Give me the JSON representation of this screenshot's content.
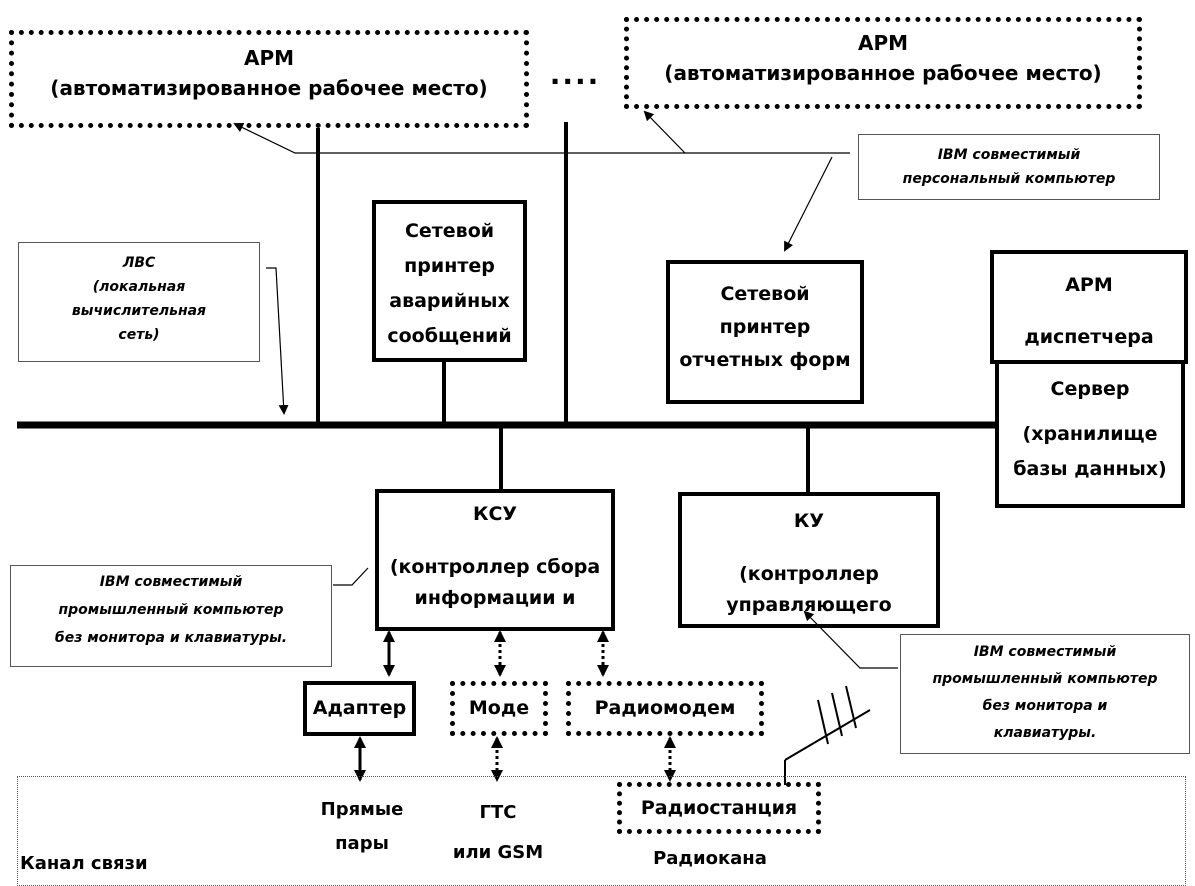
{
  "arm_left": {
    "title": "АРМ",
    "subtitle": "(автоматизированное рабочее место)"
  },
  "ellipsis": "....",
  "arm_right": {
    "title": "АРМ",
    "subtitle": "(автоматизированное рабочее место)"
  },
  "note_pc": {
    "line1": "IBM совместимый",
    "line2": "персональный компьютер"
  },
  "note_lan": {
    "line1": "ЛВС",
    "line2": "(локальная",
    "line3": "вычислительная",
    "line4": "сеть)"
  },
  "printer_alarm": {
    "line1": "Сетевой",
    "line2": "принтер",
    "line3": "аварийных",
    "line4": "сообщений"
  },
  "printer_reports": {
    "line1": "Сетевой",
    "line2": "принтер",
    "line3": "отчетных форм"
  },
  "arm_dispatcher": {
    "line1": "АРМ",
    "line2": "диспетчера"
  },
  "server": {
    "line1": "Сервер",
    "line2": "(хранилище",
    "line3": "базы данных)"
  },
  "ksu": {
    "line1": "КСУ",
    "line2": "(контроллер сбора",
    "line3": "информации и"
  },
  "ku": {
    "line1": "КУ",
    "line2": "(контроллер",
    "line3": "управляющего"
  },
  "note_ind_left": {
    "line1": "IBM совместимый",
    "line2": "промышленный компьютер",
    "line3": "без монитора и клавиатуры."
  },
  "note_ind_right": {
    "line1": "IBM совместимый",
    "line2": "промышленный компьютер",
    "line3": "без монитора и",
    "line4": "клавиатуры."
  },
  "adapter": "Адаптер",
  "modem": "Моде",
  "radiomodem": "Радиомодем",
  "radiostation": "Радиостанция",
  "channel": {
    "label": "Канал связи",
    "direct_line1": "Прямые",
    "direct_line2": "пары",
    "gts_line1": "ГТС",
    "gts_line2": "или GSM",
    "radio": "Радиокана"
  }
}
